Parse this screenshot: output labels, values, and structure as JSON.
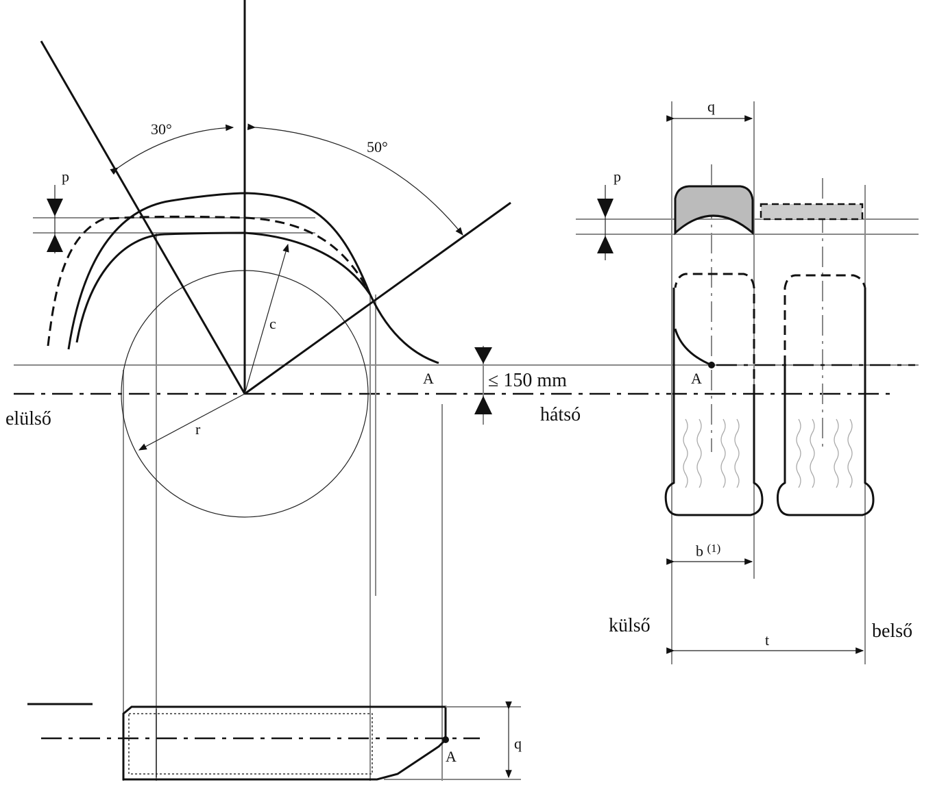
{
  "labels": {
    "angle_front": "30°",
    "angle_rear": "50°",
    "p_side": "p",
    "p_end": "p",
    "q_top": "q",
    "q_bottom": "q",
    "c": "c",
    "r": "r",
    "A_side": "A",
    "A_end": "A",
    "A_plan": "A",
    "height_limit": "≤ 150 mm",
    "front": "elülső",
    "rear": "hátsó",
    "b": "b",
    "b_note": "(1)",
    "outer": "külső",
    "inner": "belső",
    "t": "t"
  }
}
